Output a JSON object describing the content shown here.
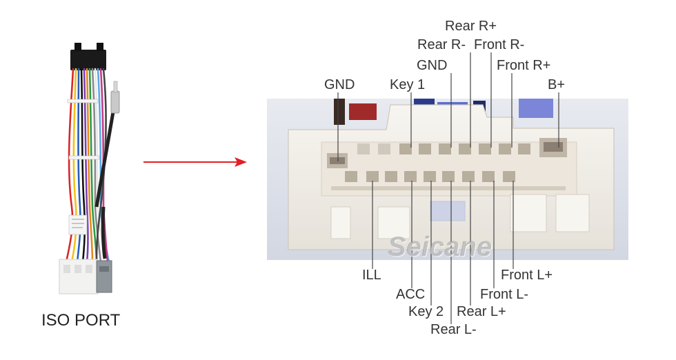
{
  "caption": "ISO PORT",
  "brand": "Seicane",
  "colors": {
    "arrow": "#e31e24",
    "leader_line": "#444444",
    "connector_body": "#f3f0ea",
    "photo_background": "#dde1ea"
  },
  "labels_top": {
    "gnd_left": "GND",
    "key1": "Key 1",
    "gnd_mid": "GND",
    "rear_r_minus": "Rear R-",
    "rear_r_plus": "Rear R+",
    "front_r_minus": "Front R-",
    "front_r_plus": "Front R+",
    "b_plus": "B+"
  },
  "labels_bottom": {
    "ill": "ILL",
    "acc": "ACC",
    "key2": "Key 2",
    "rear_l_minus": "Rear L-",
    "rear_l_plus": "Rear L+",
    "front_l_minus": "Front L-",
    "front_l_plus": "Front L+"
  }
}
